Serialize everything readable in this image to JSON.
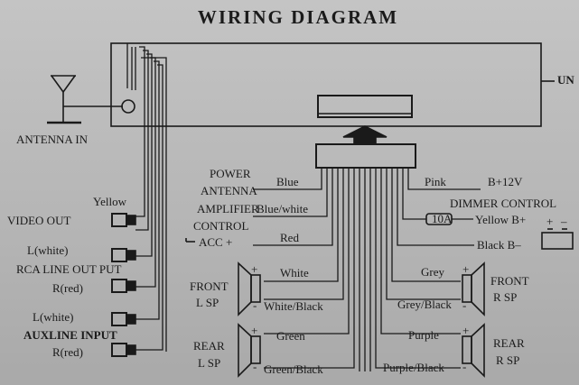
{
  "title": "WIRING DIAGRAM",
  "unit_label": "UN",
  "antenna_in": "ANTENNA IN",
  "left_labels": {
    "yellow": "Yellow",
    "video_out": "VIDEO OUT",
    "l_white_1": "L(white)",
    "rca_line_out": "RCA LINE OUT PUT",
    "r_red_1": "R(red)",
    "l_white_2": "L(white)",
    "aux_line_input": "AUXLINE INPUT",
    "r_red_2": "R(red)"
  },
  "harness_left": {
    "power": "POWER",
    "antenna": "ANTENNA",
    "amplifier": "AMPLIFIER",
    "control": "CONTROL",
    "acc": "ACC +",
    "blue": "Blue",
    "blue_white": "Blue/white",
    "red": "Red"
  },
  "harness_right": {
    "pink": "Pink",
    "b12v": "B+12V",
    "dimmer_control": "DIMMER CONTROL",
    "fuse": "10A",
    "yellow_b": "Yellow  B+",
    "black_b": "Black B–",
    "plus": "+",
    "minus": "–"
  },
  "speakers": {
    "front_l": [
      "FRONT",
      "L SP"
    ],
    "rear_l": [
      "REAR",
      "L SP"
    ],
    "front_r": [
      "FRONT",
      "R SP"
    ],
    "rear_r": [
      "REAR",
      "R SP"
    ],
    "white": "White",
    "white_black": "White/Black",
    "green": "Green",
    "green_black": "Green/Black",
    "grey": "Grey",
    "grey_black": "Grey/Black",
    "purple": "Purple",
    "purple_black": "Purple/Black",
    "plus": "+",
    "minus": "-"
  }
}
